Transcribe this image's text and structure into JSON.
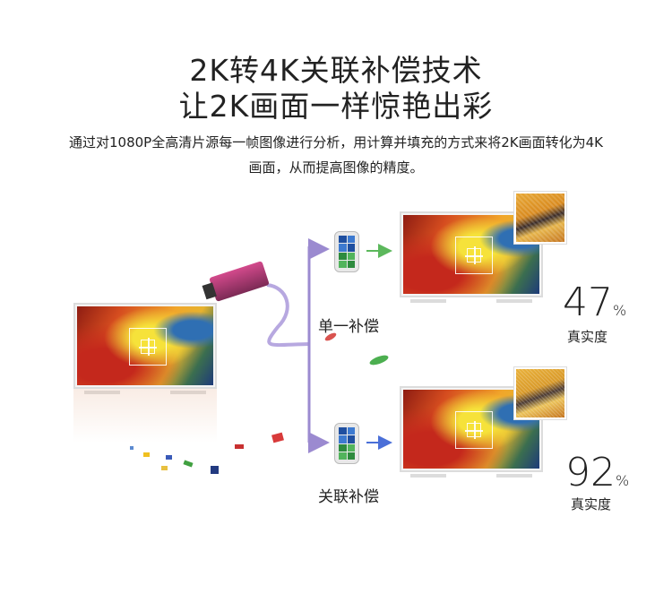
{
  "title_line1": "2K转4K关联补偿技术",
  "title_line2": "让2K画面一样惊艳出彩",
  "desc_line1": "通过对1080P全高清片源每一帧图像进行分析，用计算并填充的方式来将2K画面转化为4K",
  "desc_line2": "画面，从而提高图像的精度。",
  "single_label": "单一补偿",
  "related_label": "关联补偿",
  "top_percent": "47",
  "bottom_percent": "92",
  "percent_sign": "%",
  "clarity_label": "真实度",
  "colors": {
    "arrow": "#8e7cc3",
    "green_arrow": "#5cb85c",
    "blue_arrow": "#4a6fd8"
  }
}
